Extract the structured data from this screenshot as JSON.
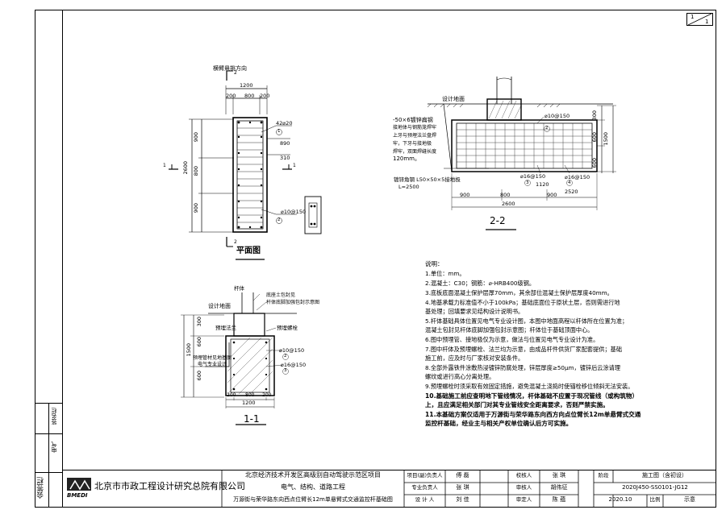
{
  "sheet": {
    "index": "1",
    "total": "1"
  },
  "margin": {
    "label_top": "签名栏",
    "label_mid": "电气",
    "label_bottom": "会签栏"
  },
  "plan": {
    "title": "平面图",
    "top_label": "横臂悬挑方向",
    "section_top": "2",
    "section_bottom": "2",
    "section_left": "1",
    "section_right": "1",
    "dim_total": "1200",
    "dim_a": "200",
    "dim_b": "800",
    "dim_c": "200",
    "dim_v_total": "2600",
    "dim_v_a": "900",
    "dim_v_b": "800",
    "dim_v_c": "900",
    "rebar1": "42⌀20",
    "rebar1_mark": "1",
    "dim_890": "890",
    "dim_310": "310",
    "rebar2": "⌀10@150",
    "rebar2_mark": "2"
  },
  "sec22": {
    "title": "2-2",
    "ground": "设计地面",
    "note1": "-50×6镀锌扁钢",
    "note2": "接地体与钢筋笼焊牢",
    "note3": "上牙与预埋法兰盘焊",
    "note4": "牢，下牙与接地极",
    "note5": "焊牢，双面焊缝长度",
    "note6": "120mm。",
    "rod1": "镀锌角钢 L50×50×5接地极",
    "rod2": "L=2500",
    "r_top": "⌀10@150",
    "r_top_mark": "2",
    "r_side1": "⌀16@150",
    "r_side1_mark": "3",
    "r_side2": "⌀16@150",
    "r_side2_mark": "4",
    "dim_1120": "1120",
    "dim_h1": "300",
    "dim_h2": "600",
    "dim_h3": "600",
    "dim_h_total": "1500",
    "dim_2520": "2520",
    "dim_a": "900",
    "dim_b": "800",
    "dim_c": "900",
    "dim_total": "2600"
  },
  "sec11": {
    "title": "1-1",
    "pole": "杆体",
    "concrete": "底座土包封见",
    "concrete2": "杆体底脚加强包封示意图",
    "ground": "设计地面",
    "flange": "预埋法兰",
    "bolt": "预埋螺栓",
    "pipe1": "预埋管材见地基图",
    "pipe2": "电气专业设计",
    "r1": "⌀10@150",
    "r1_mark": "2",
    "r2": "⌀16@150",
    "r2_mark": "3",
    "dim_h1": "300",
    "dim_h2": "600",
    "dim_h3": "600",
    "dim_h_total": "1500",
    "dim_a": "200",
    "dim_b": "800",
    "dim_c": "200",
    "dim_total": "1200"
  },
  "notes": {
    "heading": "说明：",
    "lines": [
      "1.单位：mm。",
      "2.混凝土：C30；钢筋：⌀-HRB400级钢。",
      "3.底板底面混凝土保护层厚70mm，其余部位混凝土保护层厚度40mm。",
      "4.地基承载力标准值不小于100kPa；基础底面位于原状土层，否则需进行地",
      "  基处理；回填要求见结构设计说明书。",
      "5.杆体基础具体位置见电气专业设计图，本图中地面高程以杆体所在位置为准；",
      "  混凝土包封见杆体底脚加强包封示意图；杆体位于基础顶面中心。",
      "6.图中预埋管、接地极仅为示意，做法与位置见电气专业设计为准。",
      "7.图中杆体及预埋螺栓、法兰均为示意，由成品杆件供货厂家配套提供；基础",
      "  施工前，应及时与厂家核对安装条件。",
      "8.全部外露铁件涂敷热浸镀锌防腐处理，锌层厚度≥50μm，镀锌后云涂请理",
      "  螺纹或进行高心分离处理。",
      "9.预埋螺栓时须采取有效固定措施，避免混凝土浇捣时使锚栓移位倾斜无法安装。"
    ],
    "bold_lines": [
      "10.基础施工前应查明地下管线情况，杆体基础不应置于现况管线（或构筑物）",
      "  上，且应满足相关部门对其专业管线安全距离要求，否则严禁实施。",
      "11.本基础方案仅适用于万源街与荣华路东向西方向点位臂长12m单悬臂式交通",
      "  监控杆基础，经业主与相关产权单位确认后方可实施。"
    ]
  },
  "titleblock": {
    "company": "北京市市政工程设计研究总院有限公司",
    "logo": "BMEDI",
    "project1": "北京经济技术开发区高级别自动驾驶示范区项目",
    "project2": "电气、结构、道路工程",
    "drawing": "万源街与荣华路东向西点位臂长12m单悬臂式交通监控杆基础图",
    "roles": [
      "项目(副)负责人",
      "专业负责人",
      "设 计 人"
    ],
    "names1": [
      "傅 磊",
      "张 琪",
      "刘 佳"
    ],
    "roles2": [
      "校核人",
      "审核人",
      "审定人"
    ],
    "names2": [
      "张 琪",
      "胡伟征",
      "陈 蕴"
    ],
    "stage_label": "阶段",
    "stage_value": "施工图（含初设）",
    "number": "2020J450-SS0101-JG12",
    "date": "2020.10",
    "scale_label": "比例",
    "scale_value": "示意"
  },
  "colors": {
    "line": "#000000",
    "paper": "#ffffff"
  }
}
